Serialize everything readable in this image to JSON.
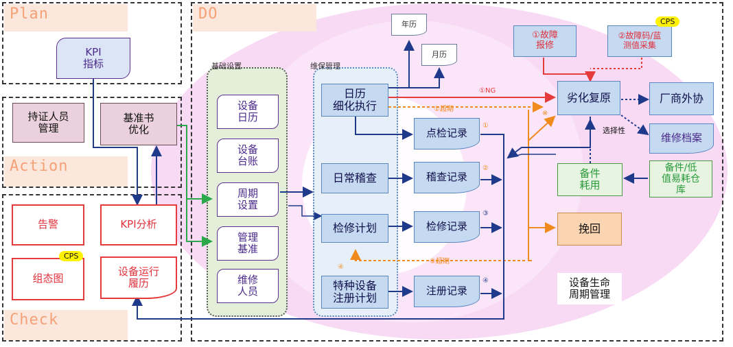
{
  "sections": {
    "plan": "Plan",
    "do": "DO",
    "action": "Action",
    "check": "Check"
  },
  "groups": {
    "infrastructure": "基础设置",
    "maintenance": "维保管理"
  },
  "plan": {
    "kpi": "KPI\n指标"
  },
  "action": {
    "certified_staff": "持证人员\n管理",
    "benchmark_opt": "基准书\n优化"
  },
  "check": {
    "alarm": "告警",
    "kpi_analysis": "KPI分析",
    "config_diagram": "组态图",
    "run_history": "设备运行\n履历",
    "cps": "CPS"
  },
  "infrastructure": {
    "items": [
      "设备\n日历",
      "设备\n台账",
      "周期\n设置",
      "管理\n基准",
      "维修\n人员"
    ]
  },
  "maintenance": {
    "calendar_exec": "日历\n细化执行",
    "daily_check": "日常稽查",
    "repair_plan": "检修计划",
    "special_register": "特种设备\n注册计划"
  },
  "records": {
    "inspection": "点检记录",
    "audit": "稽查记录",
    "repair": "检修记录",
    "register": "注册记录"
  },
  "calendars": {
    "year": "年历",
    "month": "月历"
  },
  "fault": {
    "report": "①故障\n报修",
    "code": "②故障码/蓝\n测值采集",
    "cps": "CPS"
  },
  "right": {
    "degradation": "劣化复原",
    "vendor": "厂商外协",
    "repair_archive": "维修档案",
    "spare_parts": "备件\n耗用",
    "low_value_store": "备件/低\n值易耗仓\n库",
    "recover": "挽回",
    "lifecycle": "设备生命\n周期管理"
  },
  "annotations": {
    "ng": "①NG",
    "overdue1": "①超期",
    "overdue2": "⑤超期",
    "selectivity": "选择性",
    "cross": "※",
    "n1": "①",
    "n2": "②",
    "n3": "③",
    "n4": "④",
    "n4b": "④"
  },
  "colors": {
    "blue": "#1f3a8a",
    "red": "#e53b3b",
    "orange": "#f08a1c",
    "green": "#2aa84a",
    "purple": "#5b2d8c",
    "pink_bg": "#f5cdf0"
  }
}
